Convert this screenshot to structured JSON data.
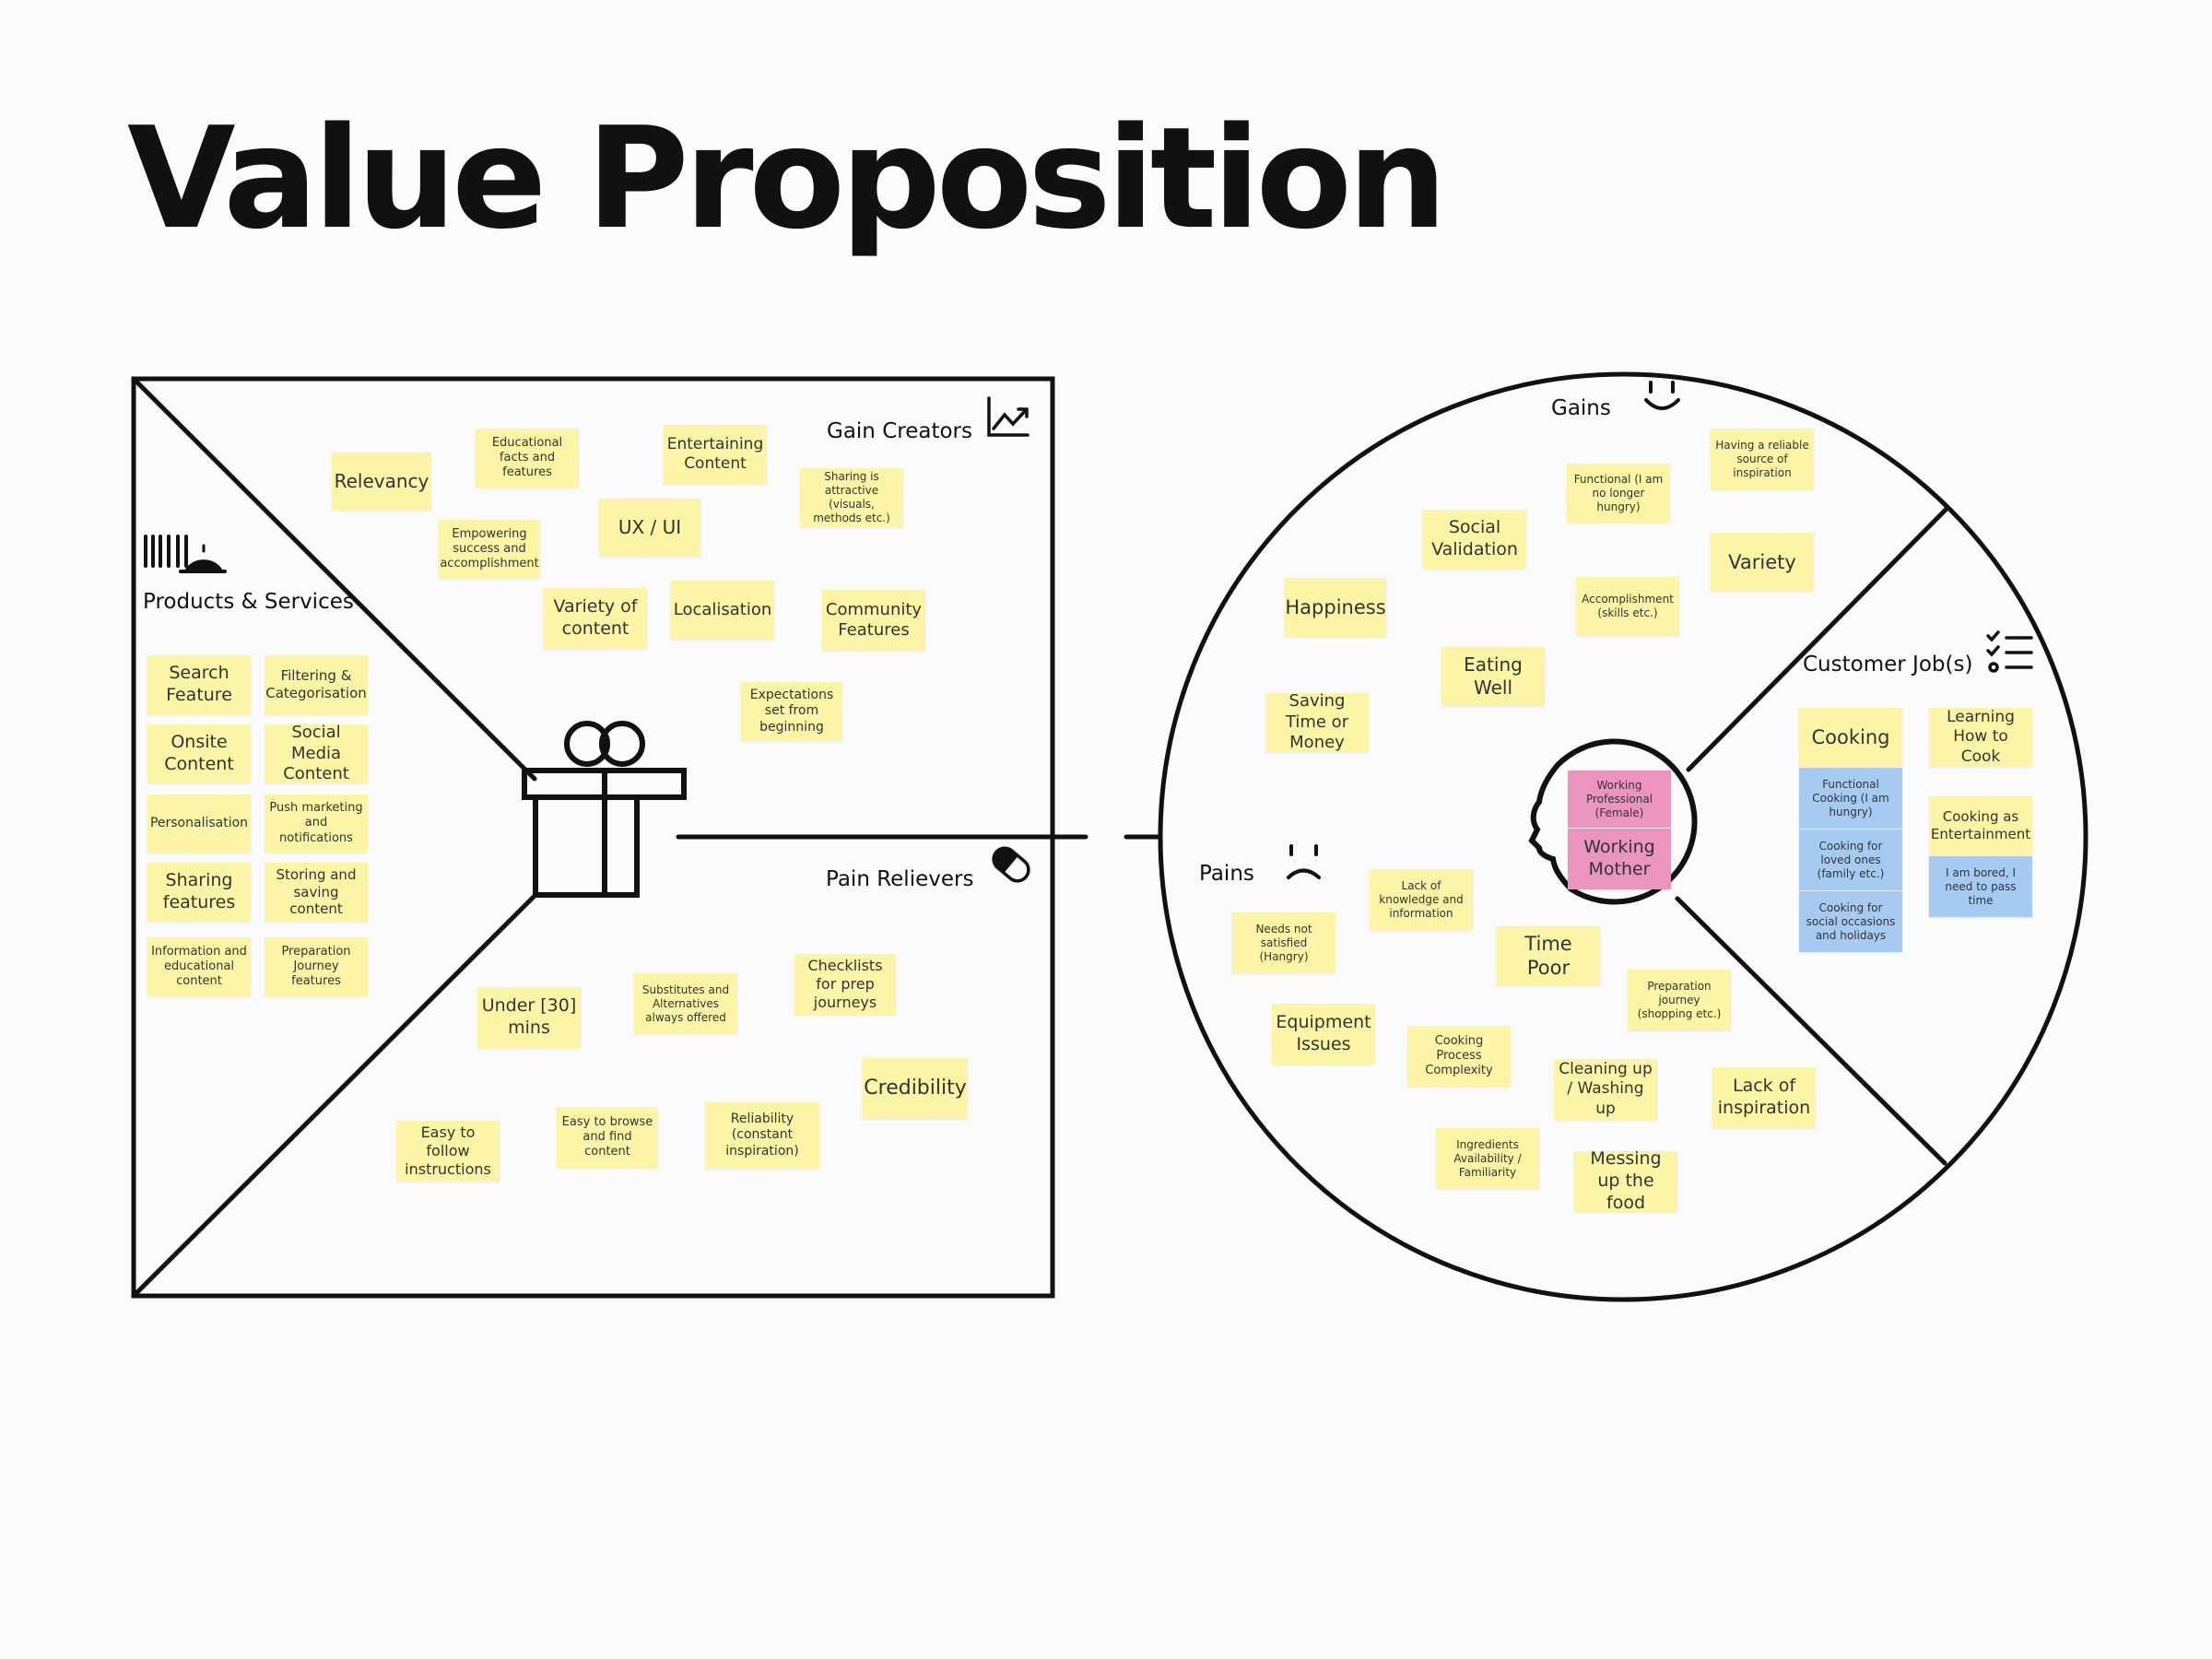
{
  "title": "Value Proposition",
  "colors": {
    "yellow": "#fdf5a6",
    "pink": "#ea94be",
    "blue": "#a6cbf2",
    "ink": "#111111"
  },
  "sections": {
    "gain_creators": "Gain Creators",
    "products_services": "Products & Services",
    "pain_relievers": "Pain Relievers",
    "gains": "Gains",
    "customer_jobs": "Customer Job(s)",
    "pains": "Pains"
  },
  "icons": {
    "gain_creators": "trend-up-chart-icon",
    "products_services": "barcode-service-bell-icon",
    "center": "gift-box-icon",
    "pain_relievers": "pill-capsule-icon",
    "gains": "smile-face-icon",
    "pains": "sad-face-icon",
    "customer_jobs": "checklist-icon",
    "customer_profile": "head-profile-icon"
  },
  "gain_creator_notes": [
    "Relevancy",
    "Educational facts and features",
    "Entertaining Content",
    "Sharing is attractive (visuals, methods etc.)",
    "UX / UI",
    "Empowering success and accomplishment",
    "Variety of content",
    "Localisation",
    "Community Features",
    "Expectations set from beginning"
  ],
  "product_notes": [
    "Search Feature",
    "Filtering & Categorisation",
    "Onsite Content",
    "Social Media Content",
    "Personalisation",
    "Push marketing and notifications",
    "Sharing features",
    "Storing and saving content",
    "Information and educational content",
    "Preparation Journey features"
  ],
  "pain_reliever_notes": [
    "Checklists for prep journeys",
    "Substitutes and Alternatives always offered",
    "Under [30] mins",
    "Credibility",
    "Reliability (constant inspiration)",
    "Easy to browse and find content",
    "Easy to follow instructions"
  ],
  "gain_notes": [
    "Having a reliable source of inspiration",
    "Functional (I am no longer hungry)",
    "Social Validation",
    "Variety",
    "Accomplishment (skills etc.)",
    "Happiness",
    "Eating Well",
    "Saving Time or Money"
  ],
  "job_notes": [
    "Cooking",
    "Learning How to Cook",
    "Functional Cooking (I am hungry)",
    "Cooking as Entertainment",
    "Cooking for loved ones (family etc.)",
    "I am bored, I need to pass time",
    "Cooking for social occasions and holidays"
  ],
  "segment_notes": [
    "Working Professional (Female)",
    "Working Mother"
  ],
  "pain_notes": [
    "Lack of knowledge and information",
    "Needs not satisfied (Hangry)",
    "Time Poor",
    "Preparation journey (shopping etc.)",
    "Equipment Issues",
    "Cooking Process Complexity",
    "Cleaning up / Washing up",
    "Lack of inspiration",
    "Ingredients Availability / Familiarity",
    "Messing up the food"
  ]
}
